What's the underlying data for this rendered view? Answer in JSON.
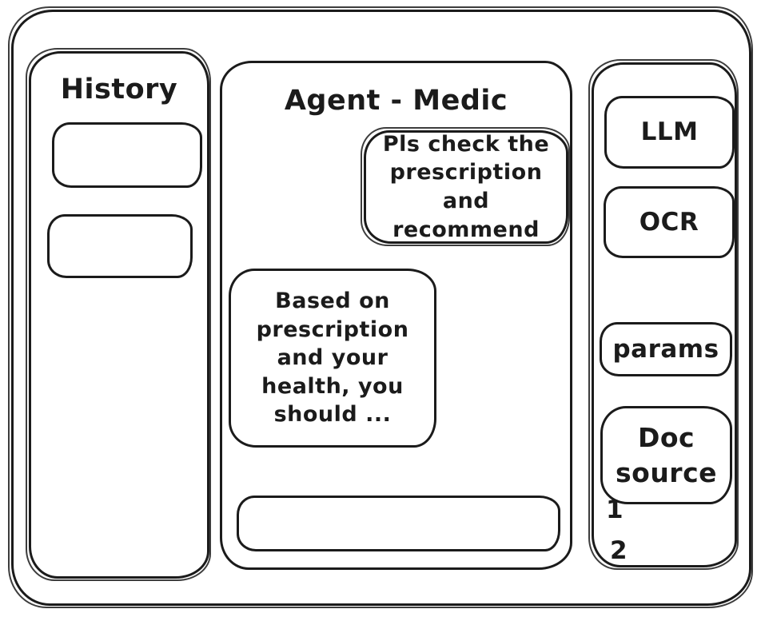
{
  "app": {
    "title": "Agent - Medic"
  },
  "history_panel": {
    "title": "History",
    "items": [
      {
        "label": ""
      },
      {
        "label": ""
      }
    ]
  },
  "chat": {
    "title": "Agent - Medic",
    "messages": [
      {
        "role": "user",
        "text": "Pls check the prescription and recommend"
      },
      {
        "role": "agent",
        "text": "Based on prescription and your health, you should ..."
      }
    ],
    "input": {
      "value": "",
      "placeholder": ""
    }
  },
  "tools_panel": {
    "items": [
      {
        "label": "LLM"
      },
      {
        "label": "OCR"
      },
      {
        "label": "params"
      },
      {
        "label": "Doc source"
      }
    ],
    "annotations": [
      {
        "label": "1"
      },
      {
        "label": "2"
      }
    ]
  },
  "colors": {
    "stroke": "#1b1b1b",
    "background": "#ffffff"
  }
}
